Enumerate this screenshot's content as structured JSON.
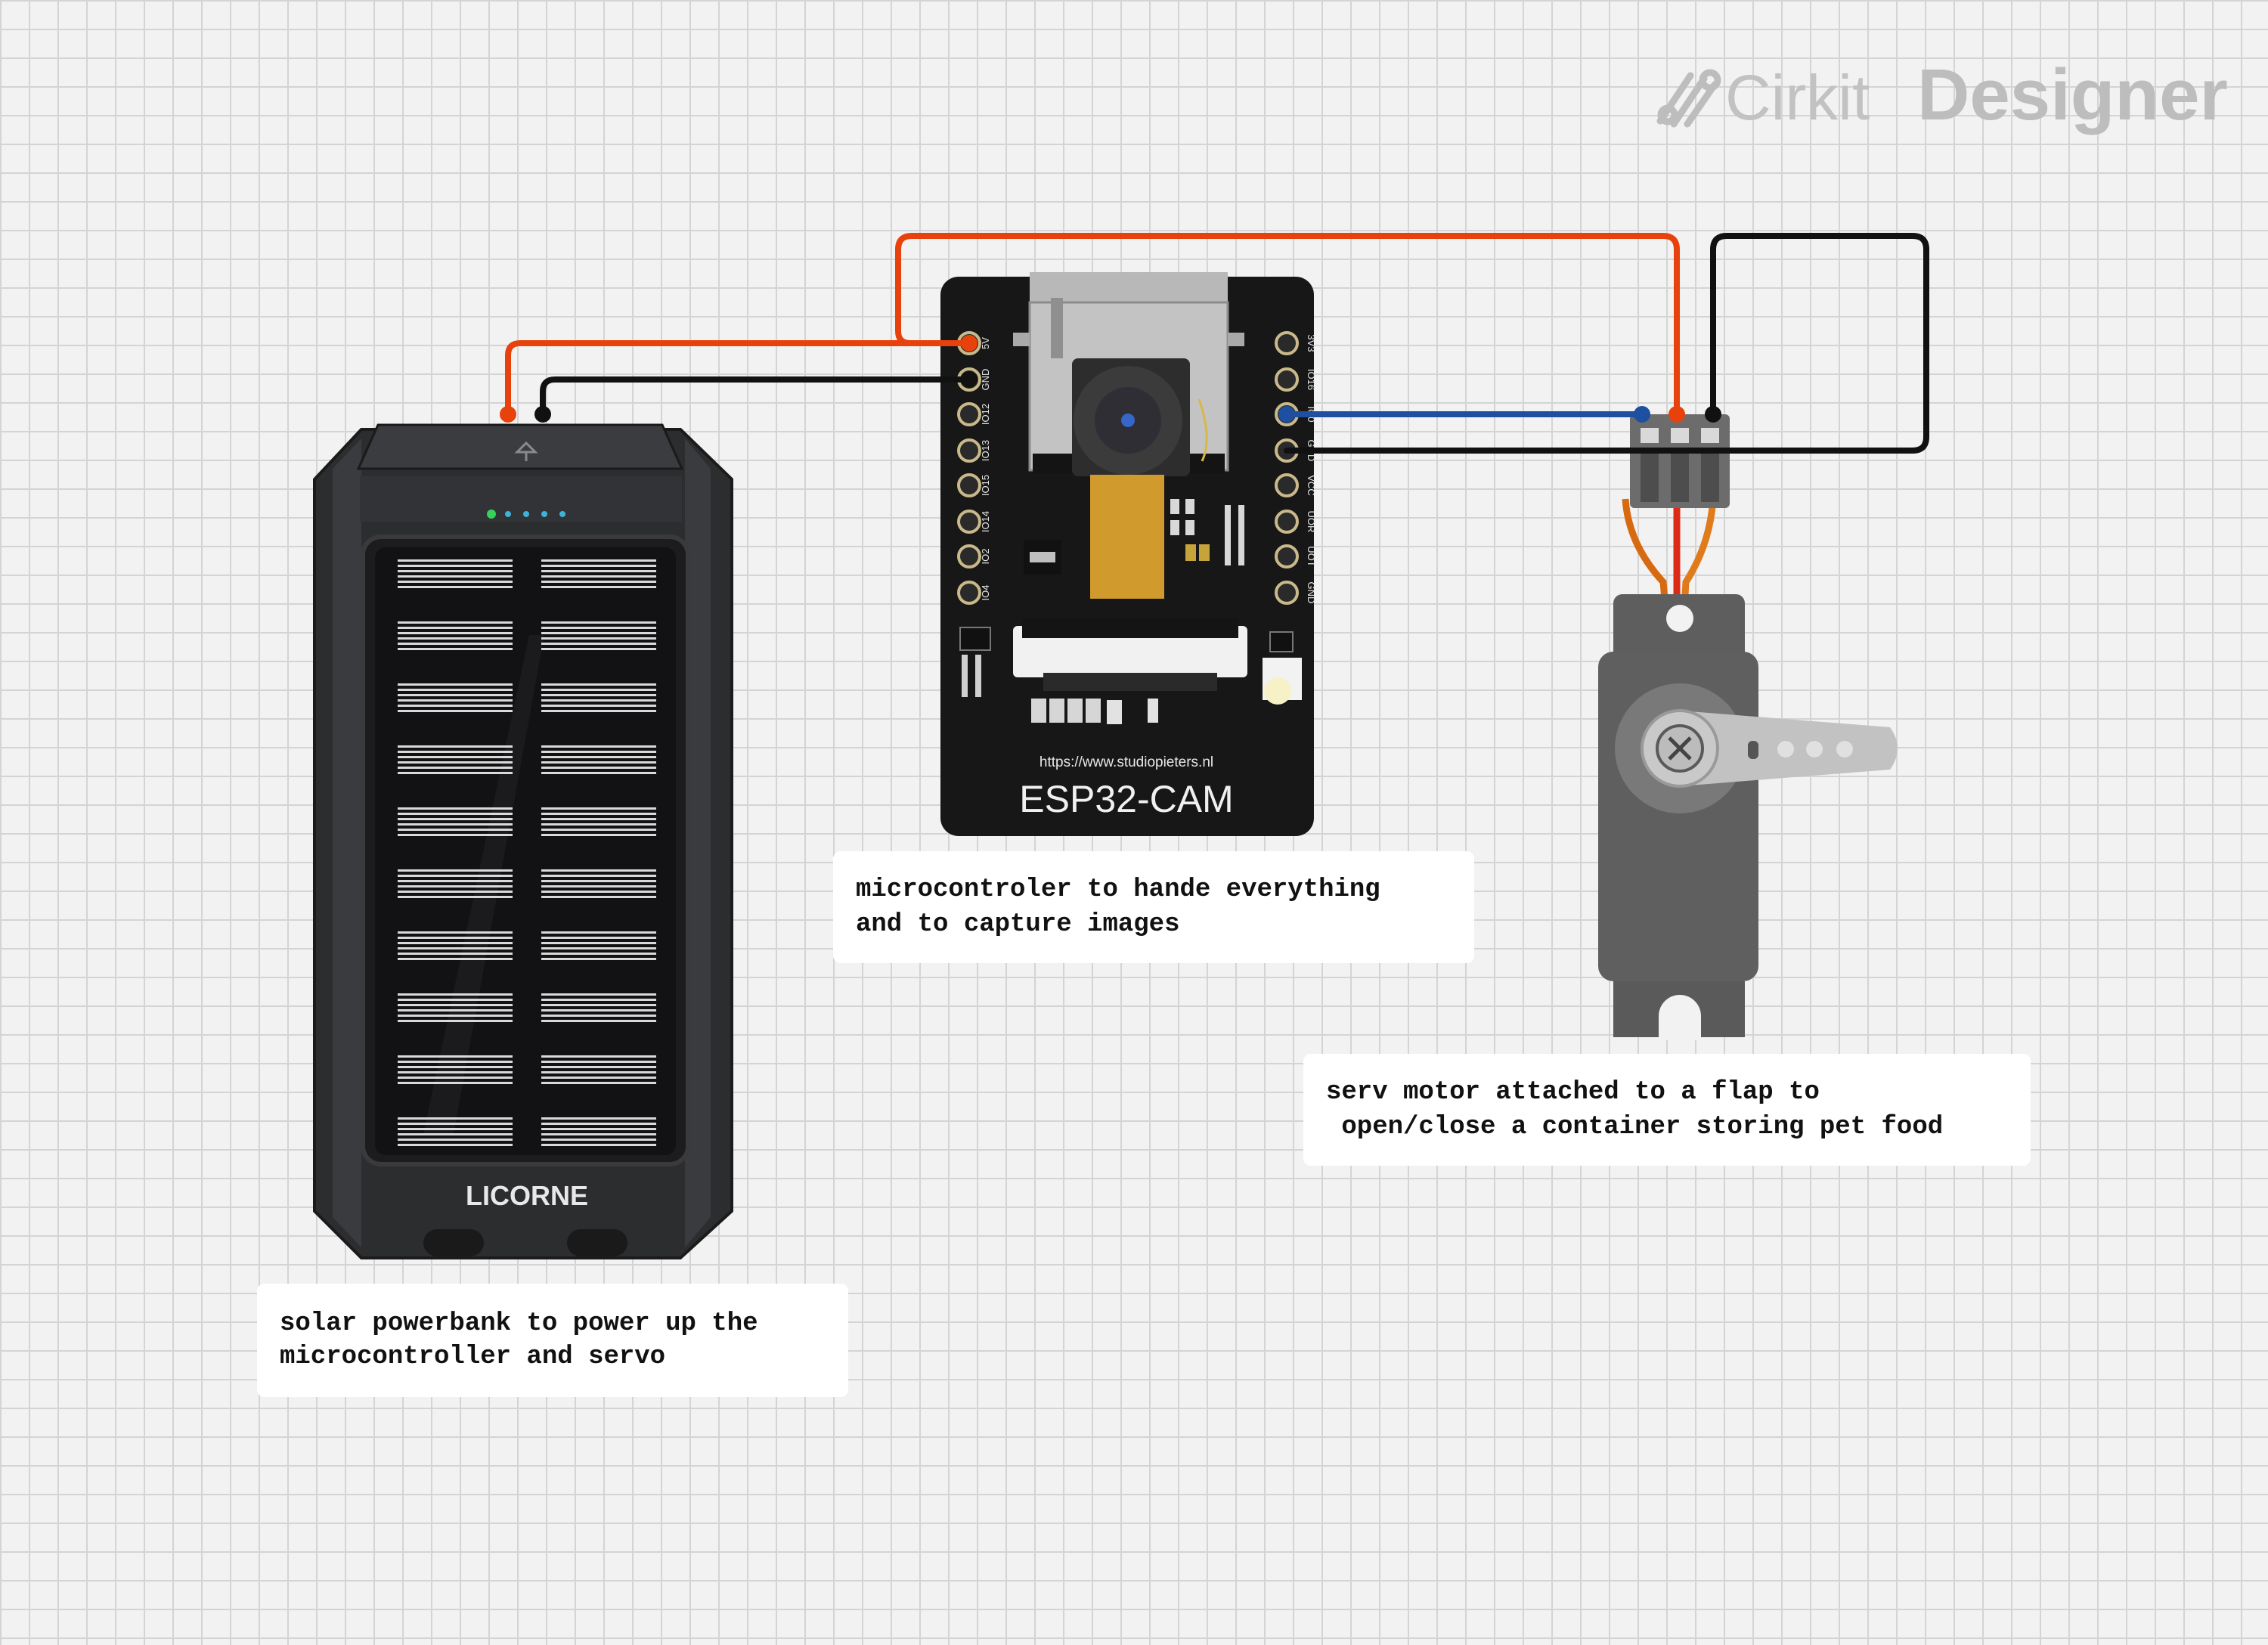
{
  "brand": {
    "part1": "Cirkit",
    "part2": "Designer"
  },
  "components": {
    "powerbank": {
      "label": "LICORNE"
    },
    "esp32": {
      "title": "ESP32-CAM",
      "url": "https://www.studiopieters.nl",
      "left_pins": [
        "5V",
        "GND",
        "IO12",
        "IO13",
        "IO15",
        "IO14",
        "IO2",
        "IO4"
      ],
      "right_pins": [
        "3V3",
        "IO16",
        "IO0",
        "GND",
        "VCC",
        "UOR",
        "UOT",
        "GND"
      ]
    }
  },
  "notes": {
    "esp32_note": [
      "microcontroler to hande everything",
      "and to capture images"
    ],
    "servo_note": [
      "serv motor attached to a flap to",
      " open/close a container storing pet food"
    ],
    "powerbank_note": [
      "solar powerbank to power up the",
      "microcontroller and servo"
    ]
  },
  "colors": {
    "power_wire": "#e8420c",
    "ground_wire": "#111111",
    "signal_wire": "#1f4fa0",
    "board": "#161616",
    "servo_body": "#5f5f5f"
  }
}
